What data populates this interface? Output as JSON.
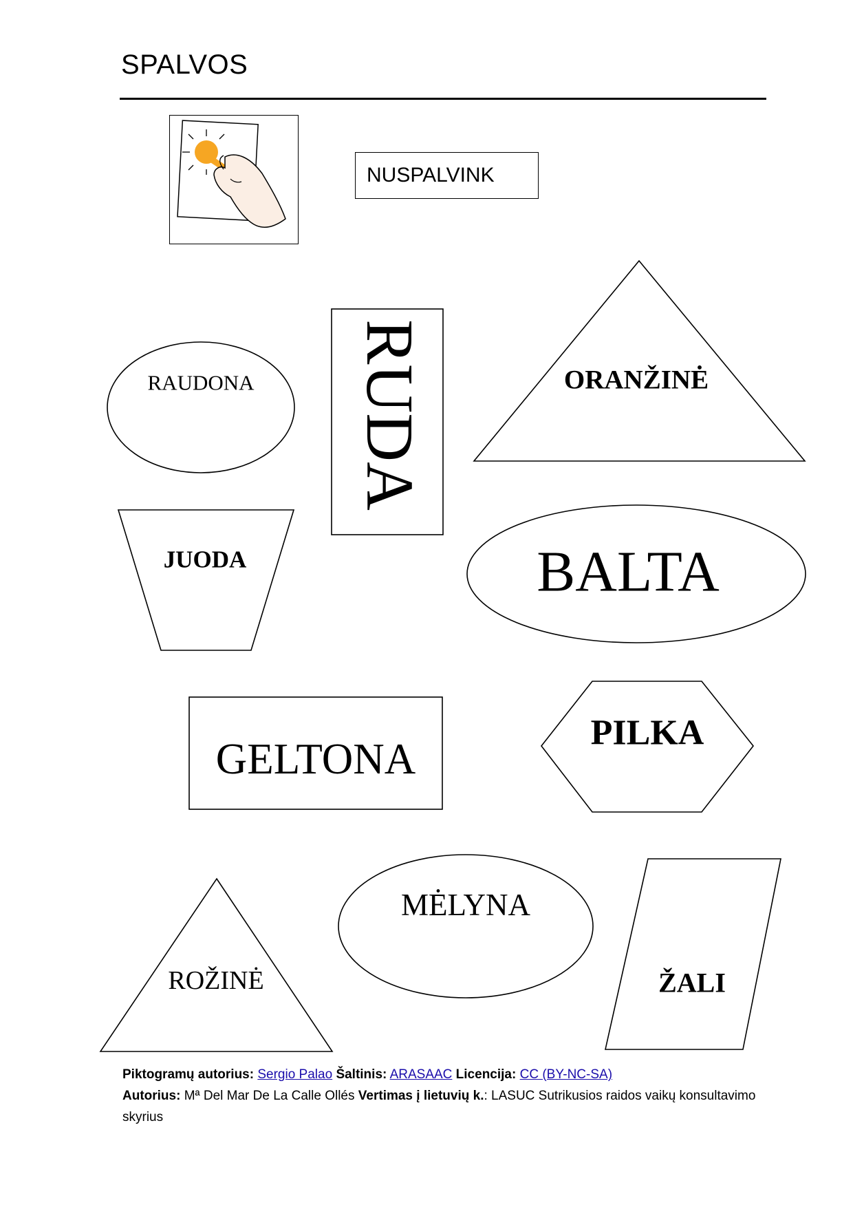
{
  "title": "SPALVOS",
  "instruction": "NUSPALVINK",
  "shapes": {
    "raudona": "RAUDONA",
    "ruda": "RUDA",
    "oranzine": "ORANŽINĖ",
    "juoda": "JUODA",
    "balta": "BALTA",
    "geltona": "GELTONA",
    "pilka": "PILKA",
    "rozine": "ROŽINĖ",
    "melyna": "MĖLYNA",
    "zali": "ŽALI"
  },
  "footer": {
    "picto_author_label": "Piktogramų autorius:",
    "picto_author": "Sergio Palao",
    "source_label": "Šaltinis:",
    "source": "ARASAAC",
    "license_label": "Licencija:",
    "license": "CC (BY-NC-SA)",
    "author_label": "Autorius:",
    "author": "Mª Del Mar De La Calle Ollés",
    "translation_label": "Vertimas į lietuvių k.",
    "translation": ": LASUC Sutrikusios raidos vaikų konsultavimo skyrius"
  }
}
